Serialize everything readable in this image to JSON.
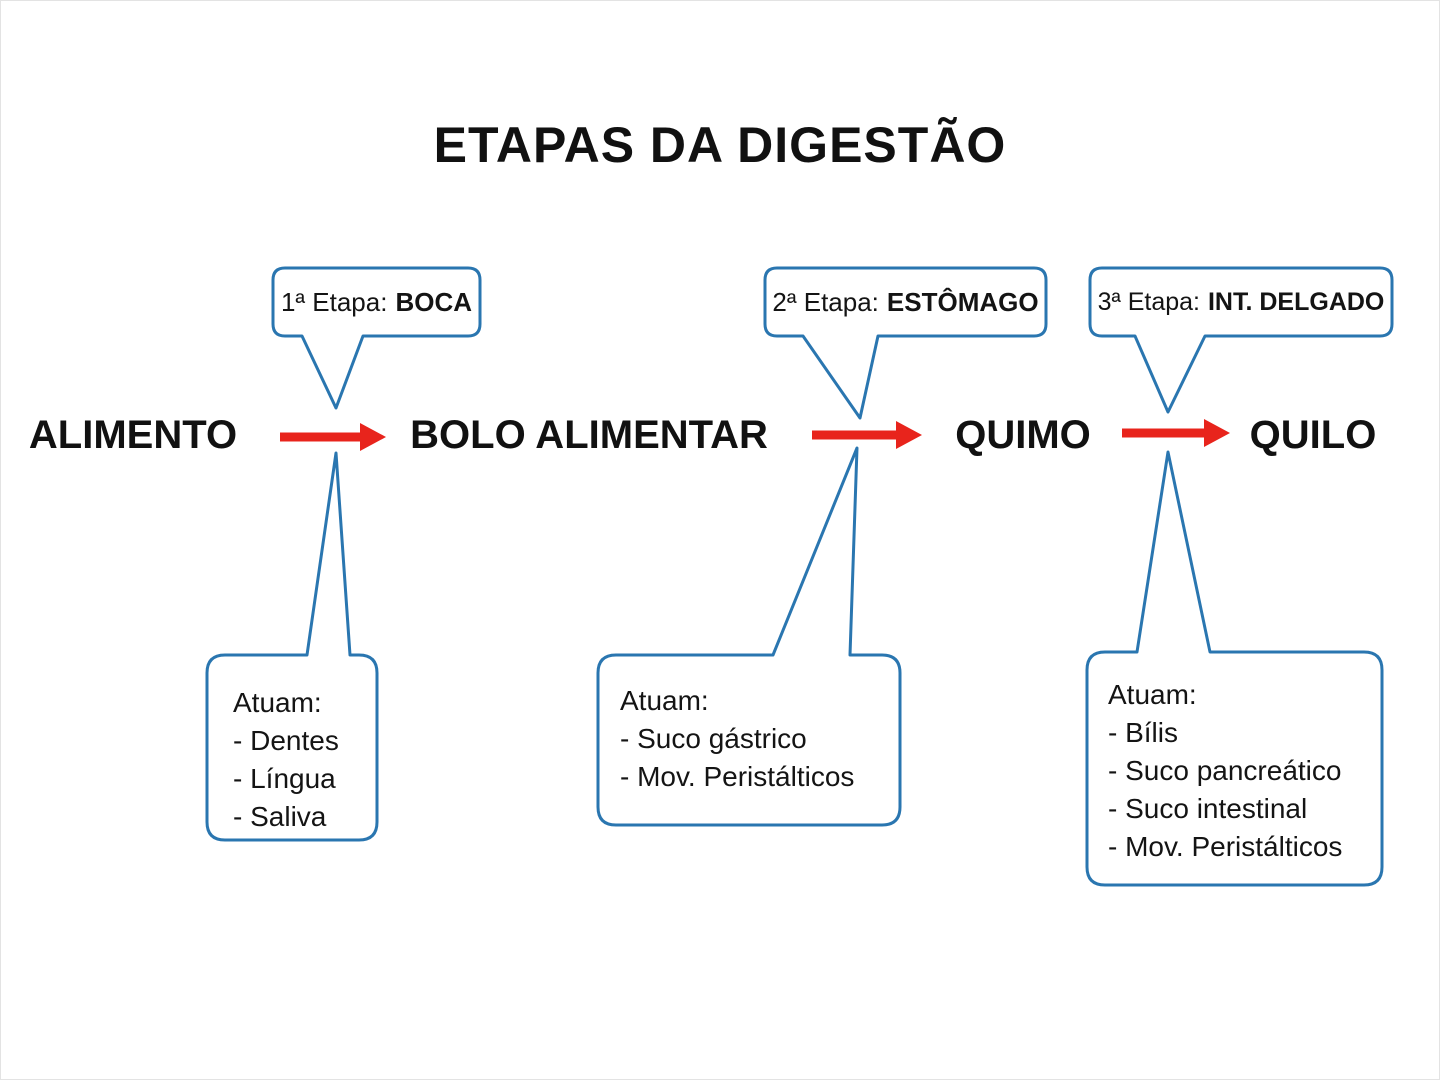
{
  "title": "ETAPAS DA DIGESTÃO",
  "colors": {
    "outline_blue": "#2a76b0",
    "arrow_red": "#e8241c",
    "text_black": "#141414"
  },
  "stages": [
    {
      "prefix": "1ª Etapa:",
      "name": "BOCA"
    },
    {
      "prefix": "2ª Etapa:",
      "name": "ESTÔMAGO"
    },
    {
      "prefix": "3ª Etapa:",
      "name": "INT. DELGADO"
    }
  ],
  "flow": {
    "terms": [
      "ALIMENTO",
      "BOLO ALIMENTAR",
      "QUIMO",
      "QUILO"
    ]
  },
  "action_boxes": [
    {
      "heading": "Atuam:",
      "items": [
        "- Dentes",
        "- Língua",
        "- Saliva"
      ]
    },
    {
      "heading": "Atuam:",
      "items": [
        "- Suco gástrico",
        "- Mov. Peristálticos"
      ]
    },
    {
      "heading": "Atuam:",
      "items": [
        "- Bílis",
        "- Suco pancreático",
        "- Suco intestinal",
        "- Mov. Peristálticos"
      ]
    }
  ]
}
